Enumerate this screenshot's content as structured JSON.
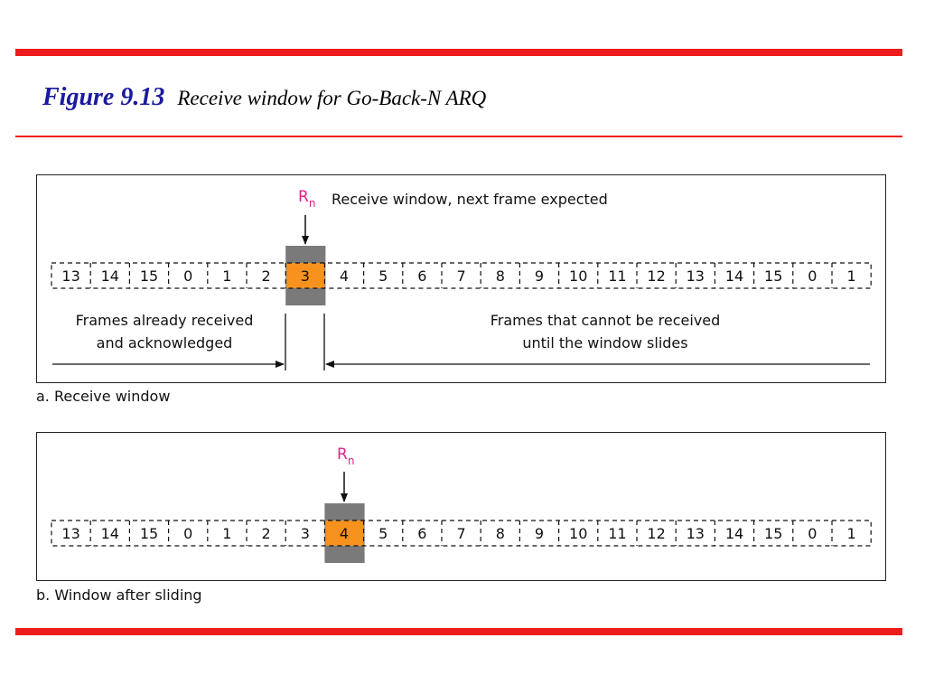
{
  "title": {
    "figure_number": "Figure 9.13",
    "caption": "Receive window for Go-Back-N ARQ"
  },
  "colors": {
    "rule": "#ee1c1c",
    "title_number": "#1a1a9e",
    "window_highlight": "#f7921e",
    "window_frame": "#7a7a7a",
    "pointer_label": "#e0238a"
  },
  "panel_a": {
    "caption": "a. Receive window",
    "pointer_label": "R",
    "pointer_subscript": "n",
    "pointer_description": "Receive window, next frame expected",
    "frames": [
      "13",
      "14",
      "15",
      "0",
      "1",
      "2",
      "3",
      "4",
      "5",
      "6",
      "7",
      "8",
      "9",
      "10",
      "11",
      "12",
      "13",
      "14",
      "15",
      "0",
      "1"
    ],
    "window_index": 6,
    "left_note": [
      "Frames already received",
      "and acknowledged"
    ],
    "right_note": [
      "Frames that cannot be received",
      "until the window slides"
    ]
  },
  "panel_b": {
    "caption": "b. Window after sliding",
    "pointer_label": "R",
    "pointer_subscript": "n",
    "frames": [
      "13",
      "14",
      "15",
      "0",
      "1",
      "2",
      "3",
      "4",
      "5",
      "6",
      "7",
      "8",
      "9",
      "10",
      "11",
      "12",
      "13",
      "14",
      "15",
      "0",
      "1"
    ],
    "window_index": 7
  }
}
